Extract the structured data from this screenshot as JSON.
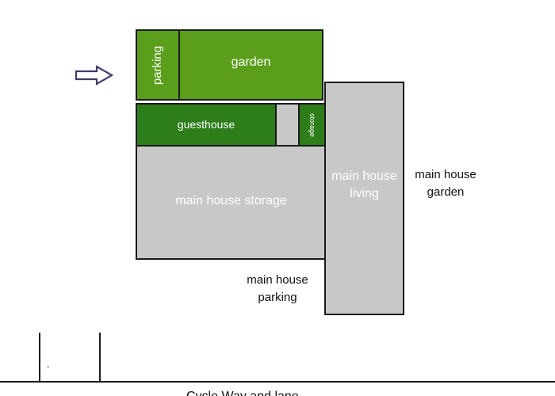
{
  "colors": {
    "green_light": "#5b9e1c",
    "green_dark": "#2d7d1a",
    "gray": "#c8c8c8",
    "border": "#1a1a1a",
    "arrow": "#3d3d6b"
  },
  "arrow": {
    "icon": "right-arrow-outline-icon"
  },
  "areas": {
    "parking": "parking",
    "garden": "garden",
    "guesthouse": "guesthouse",
    "storage": "storage",
    "main_house_storage": "main house storage",
    "main_house_living_line1": "main house",
    "main_house_living_line2": "living"
  },
  "labels": {
    "main_house_garden_line1": "main house",
    "main_house_garden_line2": "garden",
    "main_house_parking_line1": "main house",
    "main_house_parking_line2": "parking",
    "dash": "-",
    "street_partial": "Cycle Way and lane"
  }
}
